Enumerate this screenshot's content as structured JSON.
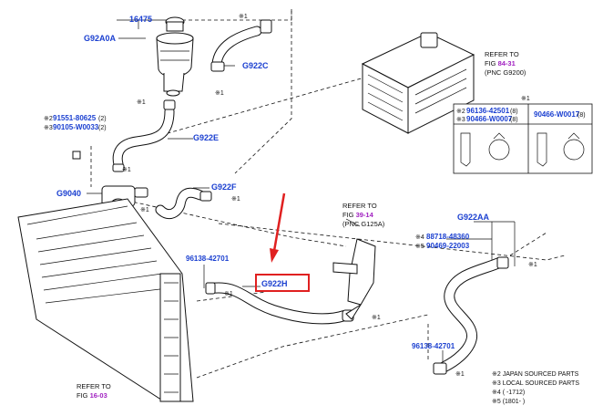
{
  "callouts": {
    "c16475": "16475",
    "g92a0a": "G92A0A",
    "g922c": "G922C",
    "g922e": "G922E",
    "g9040": "G9040",
    "g922f": "G922F",
    "g922h": "G922H",
    "g922aa": "G922AA",
    "p9613842701_a": "96138-42701",
    "p9613842701_b": "96138-42701"
  },
  "mark_note": "※1",
  "notes": {
    "left_top_1_prefix": "※2",
    "left_top_1_pn": "91551-80625",
    "left_top_1_qty": "(2)",
    "left_top_2_prefix": "※3",
    "left_top_2_pn": "90105-W0033",
    "left_top_2_qty": "(2)",
    "right_1_prefix": "※4",
    "right_1_pn": "88718-48360",
    "right_2_prefix": "※5",
    "right_2_pn": "90469-22003"
  },
  "refer_g9200": {
    "line1": "REFER TO",
    "fig_prefix": "FIG ",
    "fig": "84-31",
    "line3": "(PNC G9200)"
  },
  "refer_g125a": {
    "line1": "REFER TO",
    "fig_prefix": "FIG ",
    "fig": "39-14",
    "line3": "(PNC G125A)"
  },
  "refer_radiator": {
    "line1": "REFER TO",
    "fig_prefix": "FIG ",
    "fig": "16-03"
  },
  "clamp_table": {
    "mark": "※1",
    "r1_prefix": "※2",
    "r1_pn": "96136-42501",
    "r1_qty": "(8)",
    "r2_prefix": "※3",
    "r2_pn": "90466-W0007",
    "r2_qty": "(8)",
    "right_pn": "90466-W0017",
    "right_qty": "(8)"
  },
  "legend": [
    "※2 JAPAN SOURCED PARTS",
    "※3 LOCAL SOURCED PARTS",
    "※4 (    -1712)",
    "※5 (1801-    )"
  ],
  "colors": {
    "part_number": "#1a3fd0",
    "fig_ref": "#a020c0",
    "highlight": "#e02020"
  }
}
